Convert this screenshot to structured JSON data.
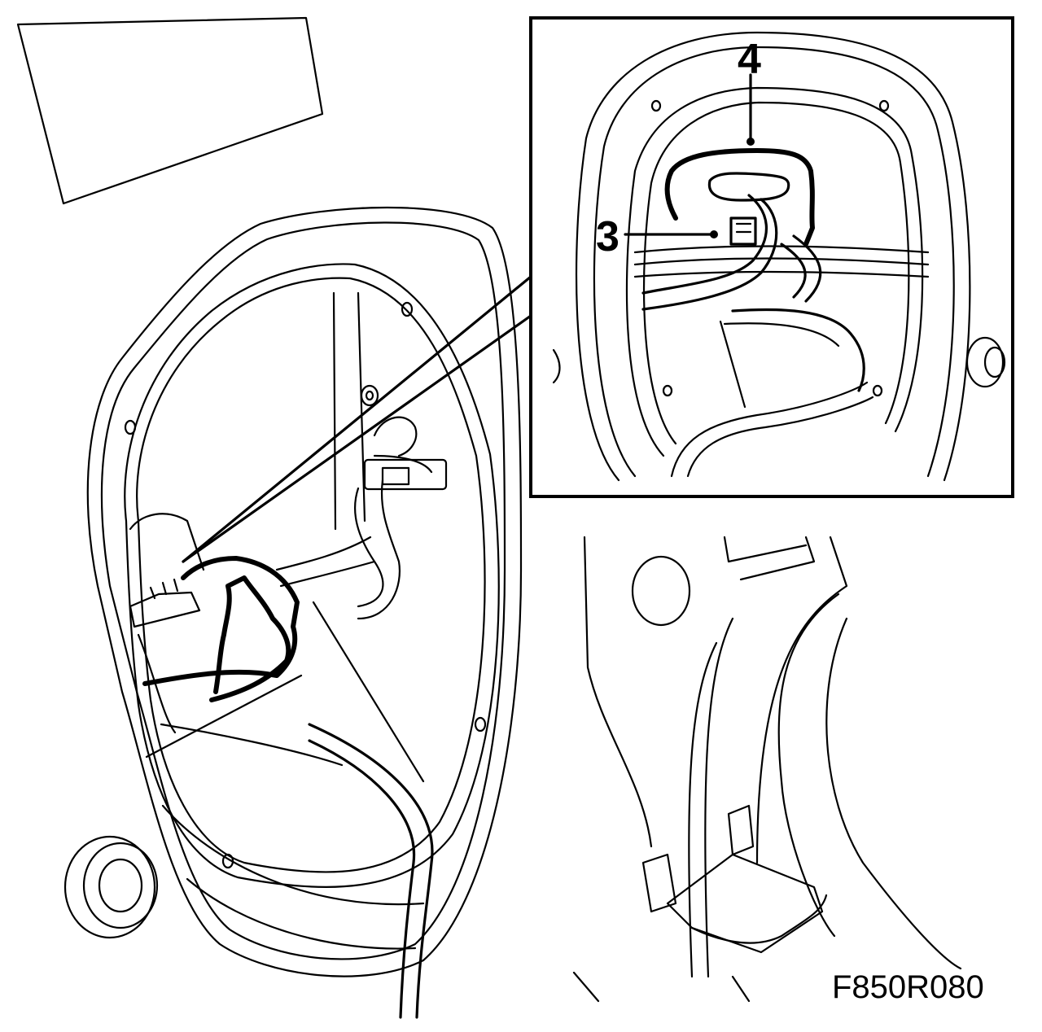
{
  "figure": {
    "callouts": {
      "connector_callout": "3",
      "bracket_callout": "4"
    },
    "figure_code": "F850R080"
  }
}
